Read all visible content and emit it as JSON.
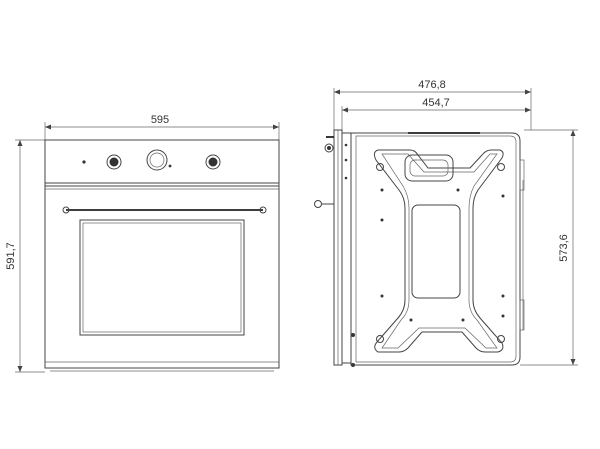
{
  "dimensions": {
    "front_width": "595",
    "front_height": "591,7",
    "side_total_depth": "476,8",
    "side_body_depth": "454,7",
    "side_height": "573,6"
  },
  "colors": {
    "line": "#444444",
    "text": "#333333",
    "background": "#ffffff"
  }
}
